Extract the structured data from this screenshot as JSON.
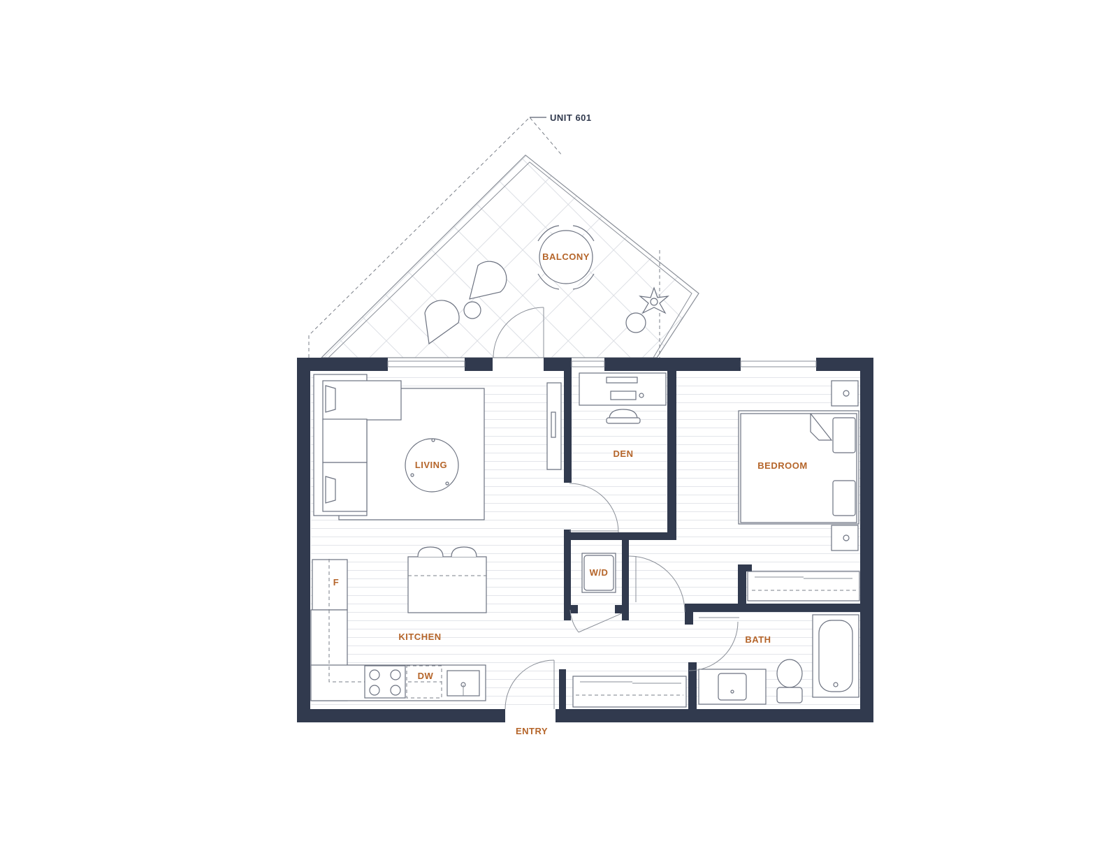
{
  "colors": {
    "wall": "#313a4e",
    "label": "#b5652a",
    "callout": "#313a4e",
    "hatch": "#e3e5ea"
  },
  "labels": {
    "unit": "UNIT 601",
    "balcony": "BALCONY",
    "living": "LIVING",
    "den": "DEN",
    "bedroom": "BEDROOM",
    "wd": "W/D",
    "fridge": "F",
    "kitchen": "KITCHEN",
    "bath": "BATH",
    "dw": "DW",
    "entry": "ENTRY"
  }
}
